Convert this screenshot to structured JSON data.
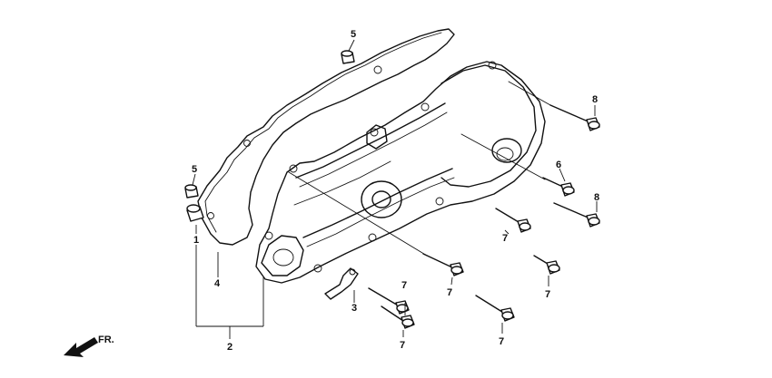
{
  "figure": {
    "callouts": [
      {
        "id": "c5a",
        "label": "5"
      },
      {
        "id": "c5b",
        "label": "5"
      },
      {
        "id": "c1",
        "label": "1"
      },
      {
        "id": "c4",
        "label": "4"
      },
      {
        "id": "c2",
        "label": "2"
      },
      {
        "id": "c3",
        "label": "3"
      },
      {
        "id": "c8a",
        "label": "8"
      },
      {
        "id": "c6",
        "label": "6"
      },
      {
        "id": "c8b",
        "label": "8"
      },
      {
        "id": "c7a",
        "label": "7"
      },
      {
        "id": "c7b",
        "label": "7"
      },
      {
        "id": "c7c",
        "label": "7"
      },
      {
        "id": "c7d",
        "label": "7"
      },
      {
        "id": "c7e",
        "label": "7"
      },
      {
        "id": "c7f",
        "label": "7"
      }
    ],
    "front_indicator": "FR."
  }
}
